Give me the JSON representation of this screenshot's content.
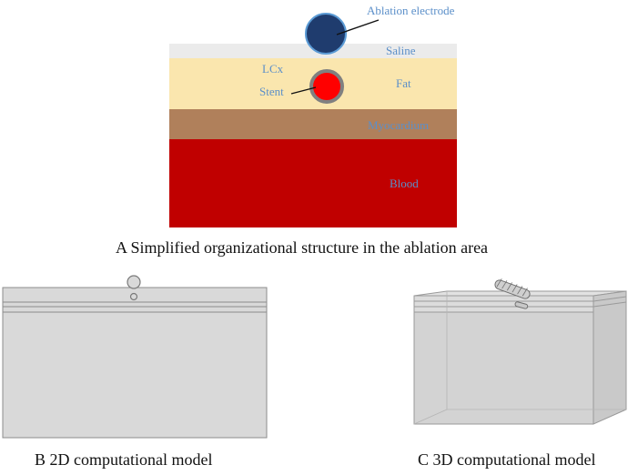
{
  "panel_a": {
    "labels": {
      "ablation_electrode": "Ablation electrode",
      "saline": "Saline",
      "lcx": "LCx",
      "stent": "Stent",
      "fat": "Fat",
      "myocardium": "Myocardium",
      "blood": "Blood"
    },
    "colors": {
      "saline": "#ebebeb",
      "fat": "#fae6ae",
      "myocardium": "#b0805b",
      "blood": "#c00000",
      "electrode": "#1f3c6e",
      "electrode_rim": "#5b9bd5",
      "stent": "#ff0000",
      "stent_rim": "#808080",
      "label": "#5b8fc9"
    },
    "caption": "A Simplified organizational structure in the ablation area"
  },
  "panel_b": {
    "caption": "B 2D computational model"
  },
  "panel_c": {
    "caption": "C 3D computational model"
  }
}
